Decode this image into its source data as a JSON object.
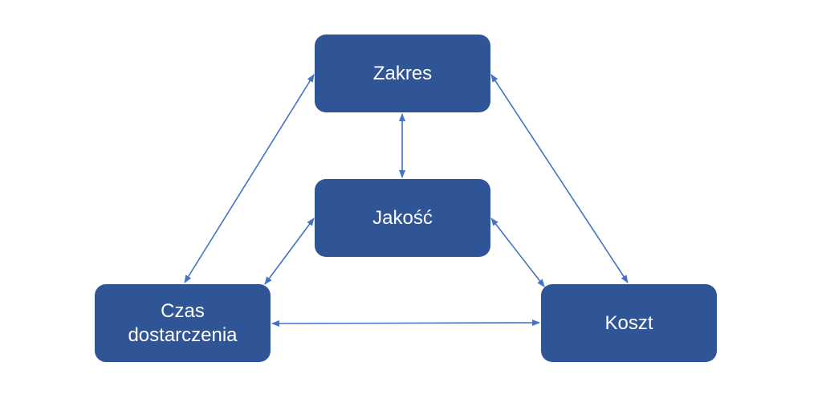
{
  "diagram": {
    "nodes": {
      "zakres": "Zakres",
      "jakosc": "Jakość",
      "czas_line1": "Czas",
      "czas_line2": "dostarczenia",
      "koszt": "Koszt"
    },
    "connections": [
      {
        "from": "zakres",
        "to": "czas",
        "arrows": "both"
      },
      {
        "from": "zakres",
        "to": "koszt",
        "arrows": "both"
      },
      {
        "from": "zakres",
        "to": "jakosc",
        "arrows": "both"
      },
      {
        "from": "jakosc",
        "to": "czas",
        "arrows": "both"
      },
      {
        "from": "jakosc",
        "to": "koszt",
        "arrows": "both"
      },
      {
        "from": "czas",
        "to": "koszt",
        "arrows": "both"
      }
    ],
    "colors": {
      "node_fill": "#2f5597",
      "node_text": "#ffffff",
      "connector": "#4472c4"
    }
  }
}
